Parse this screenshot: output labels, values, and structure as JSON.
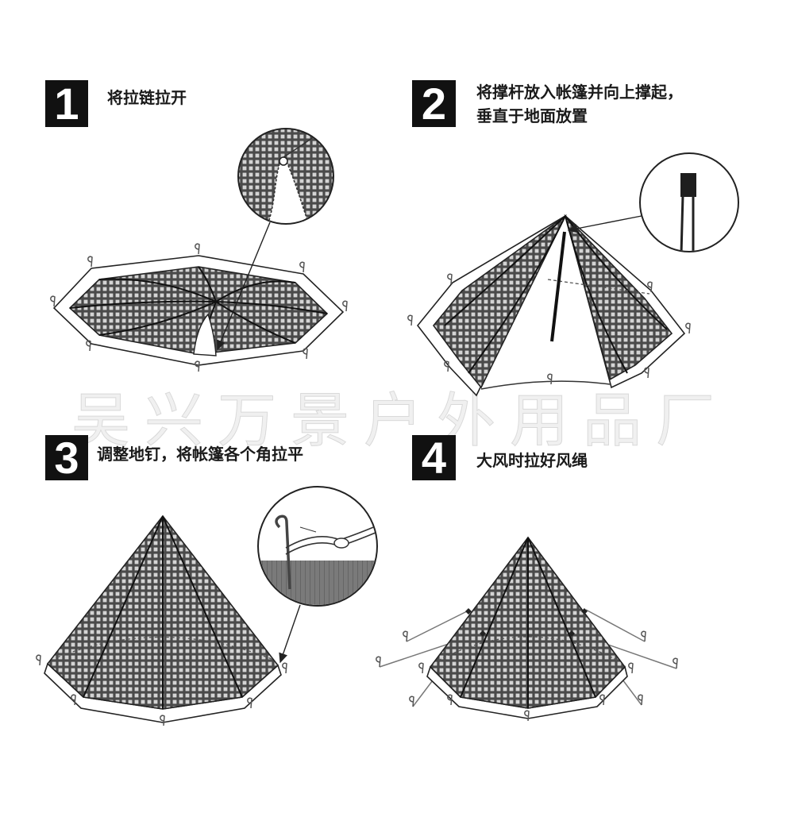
{
  "steps": [
    {
      "number": "1",
      "lines": [
        "将拉链拉开"
      ]
    },
    {
      "number": "2",
      "lines": [
        "将撑杆放入帐篷并向上撑起，",
        "垂直于地面放置"
      ]
    },
    {
      "number": "3",
      "lines": [
        "调整地钉，将帐篷各个角拉平"
      ]
    },
    {
      "number": "4",
      "lines": [
        "大风时拉好风绳"
      ]
    }
  ],
  "watermark": "吴兴万景户外用品厂",
  "colors": {
    "badge_background": "#111111",
    "badge_number": "#ffffff",
    "instruction_text": "#1a1a1a",
    "fabric": "#d4d4d4",
    "fabric_grid": "#4a4a4a",
    "outline": "#222222"
  }
}
